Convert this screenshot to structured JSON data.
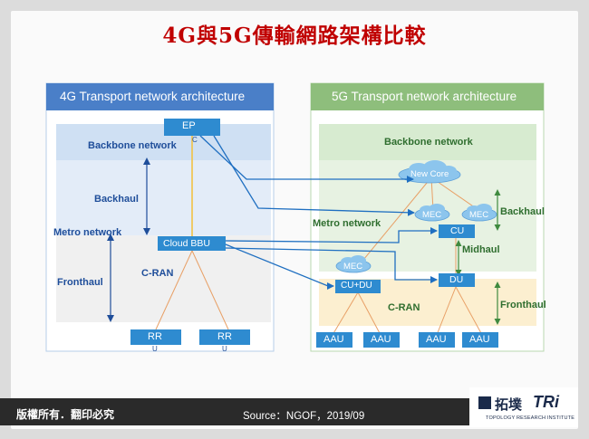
{
  "title": "4G與5G傳輸網路架構比較",
  "panel_4g": {
    "header": "4G Transport network architecture",
    "ep": "EP",
    "ep_wrap": "C",
    "backbone": "Backbone network",
    "backhaul": "Backhaul",
    "metro": "Metro network",
    "cloud_bbu": "Cloud BBU",
    "cran": "C-RAN",
    "fronthaul": "Fronthaul",
    "rru": "RR",
    "rru_wrap": "U"
  },
  "panel_5g": {
    "header": "5G Transport network architecture",
    "backbone": "Backbone network",
    "new_core": "New Core",
    "mec": "MEC",
    "backhaul": "Backhaul",
    "metro": "Metro network",
    "cu": "CU",
    "midhaul": "Midhaul",
    "cu_du": "CU+DU",
    "du": "DU",
    "cran": "C-RAN",
    "fronthaul": "Fronthaul",
    "aau": "AAU"
  },
  "footer": {
    "copyright": "版權所有．翻印必究",
    "source": "Source：NGOF，2019/09"
  },
  "brand": {
    "cn": "拓墣",
    "latin": "TRi",
    "sub": "TOPOLOGY RESEARCH INSTITUTE"
  },
  "colors": {
    "title": "#c00000",
    "header_4g": "#4a7fc8",
    "header_5g": "#8ebe7c",
    "box_blue": "#2e8bd0",
    "connector": "#1f6fc1",
    "footer_bar": "#2a2a2a"
  }
}
